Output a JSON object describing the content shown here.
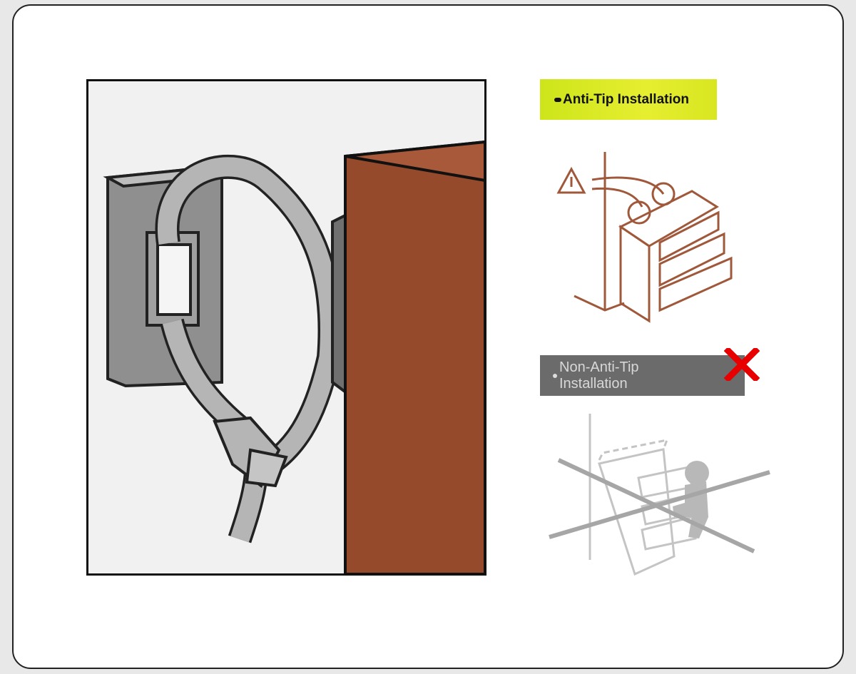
{
  "labels": {
    "anti_tip": "Anti-Tip Installation",
    "non_anti_tip_line1": "Non-Anti-Tip",
    "non_anti_tip_line2": "Installation"
  },
  "colors": {
    "wood": "#954b2b",
    "highlight": "#dfea28",
    "gray_label": "#6b6b6b",
    "cross": "#e80000",
    "line_brown": "#a0583a"
  }
}
